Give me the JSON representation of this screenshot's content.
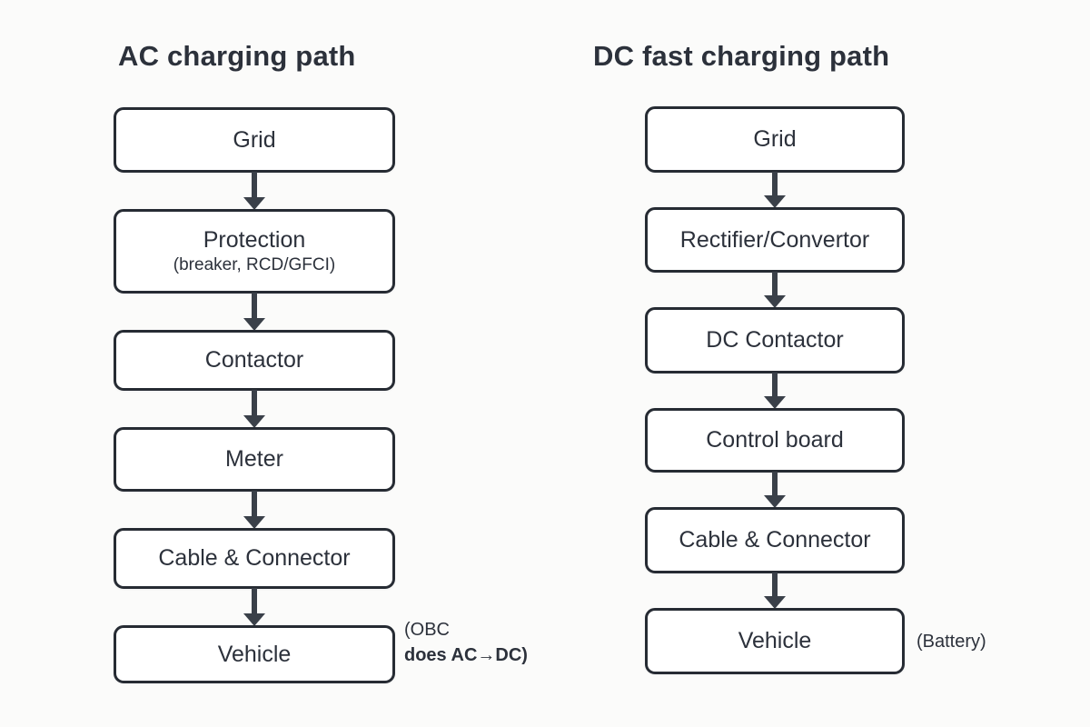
{
  "colors": {
    "page_bg": "#fbfbfa",
    "ink": "#2c313b",
    "border": "#262b33",
    "arrow": "#3a4049",
    "box_fill": "#ffffff"
  },
  "ac_path": {
    "title": "AC charging path",
    "nodes": [
      {
        "label": "Grid"
      },
      {
        "label": "Protection",
        "sublabel": "(breaker, RCD/GFCI)"
      },
      {
        "label": "Contactor"
      },
      {
        "label": "Meter"
      },
      {
        "label": "Cable & Connector"
      },
      {
        "label": "Vehicle",
        "annotation_line1": "(OBC",
        "annotation_line2": "does AC→DC)"
      }
    ]
  },
  "dc_path": {
    "title": "DC fast charging path",
    "nodes": [
      {
        "label": "Grid"
      },
      {
        "label": "Rectifier/Convertor"
      },
      {
        "label": "DC Contactor"
      },
      {
        "label": "Control board"
      },
      {
        "label": "Cable & Connector"
      },
      {
        "label": "Vehicle",
        "annotation": "(Battery)"
      }
    ]
  }
}
